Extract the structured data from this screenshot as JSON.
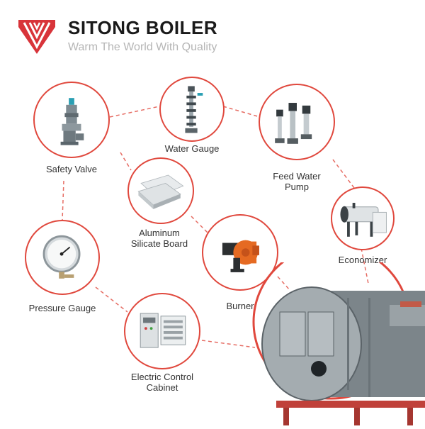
{
  "header": {
    "brand": "SITONG BOILER",
    "slogan": "Warm The World With Quality"
  },
  "components": {
    "safety_valve": "Safety Valve",
    "water_gauge": "Water Gauge",
    "feed_water_pump": {
      "line1": "Feed Water",
      "line2": "Pump"
    },
    "aluminum_board": {
      "line1": "Aluminum",
      "line2": "Silicate Board"
    },
    "economizer": "Economizer",
    "pressure_gauge": "Pressure Gauge",
    "burner": "Burner",
    "electric_cabinet": {
      "line1": "Electric Control",
      "line2": "Cabinet"
    }
  },
  "colors": {
    "accent_red": "#e0483d",
    "brand_text": "#1a1a1a",
    "slogan_text": "#b5b5b5",
    "boiler_gray": "#8f979c"
  },
  "icons": [
    "sitong-logo",
    "safety-valve-icon",
    "water-gauge-icon",
    "feed-water-pump-icon",
    "aluminum-board-icon",
    "economizer-icon",
    "pressure-gauge-icon",
    "burner-icon",
    "electric-cabinet-icon",
    "boiler-image"
  ]
}
